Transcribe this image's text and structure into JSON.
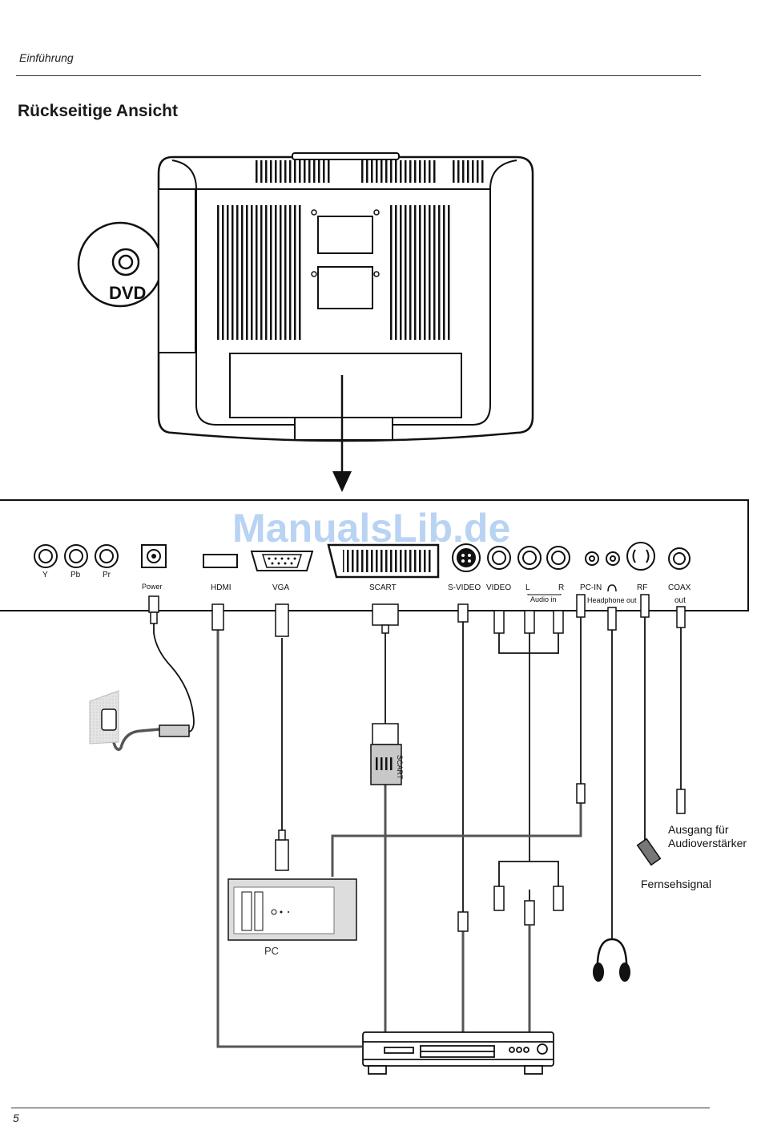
{
  "header": {
    "section_label": "Einführung"
  },
  "section_title": "Rückseitige Ansicht",
  "dvd_label": "DVD",
  "watermark": "ManualsLib.de",
  "ports": {
    "y": "Y",
    "pb": "Pb",
    "pr": "Pr",
    "power": "Power",
    "hdmi": "HDMI",
    "vga": "VGA",
    "scart": "SCART",
    "svideo": "S-VIDEO",
    "video": "VIDEO",
    "audio_l": "L",
    "audio_r": "R",
    "audio_in": "Audio in",
    "pcin": "PC-IN",
    "headphone_out": "Headphone out",
    "rf": "RF",
    "coax": "COAX",
    "coax_out": "out"
  },
  "devices": {
    "pc": "PC",
    "scart_plug_label": "SCART",
    "audio_amp_line1": "Ausgang für",
    "audio_amp_line2": "Audioverstärker",
    "tv_signal": "Fernsehsignal"
  },
  "footer": {
    "page_number": "5"
  }
}
